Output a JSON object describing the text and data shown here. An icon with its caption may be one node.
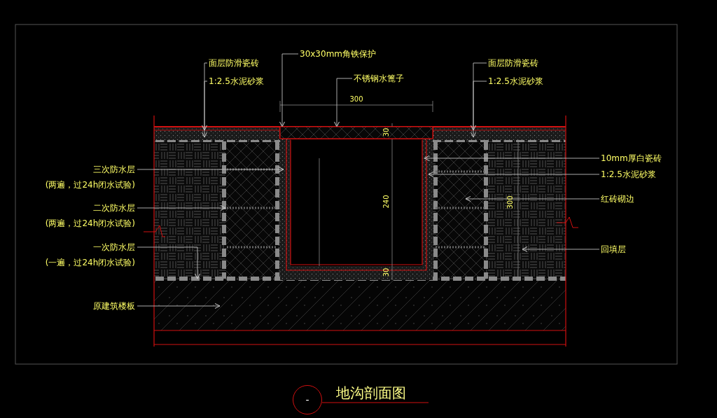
{
  "diagram": {
    "title": "地沟剖面图",
    "nodes": [
      {
        "text": [
          "面层防滑瓷砖"
        ]
      },
      {
        "text": [
          "1:2.5水泥砂浆"
        ]
      },
      {
        "text": [
          "30x30mm角铁保护"
        ]
      },
      {
        "text": [
          "不锈钢水篦子"
        ]
      },
      {
        "text": [
          "面层防滑瓷砖"
        ]
      },
      {
        "text": [
          "1:2.5水泥砂浆"
        ]
      },
      {
        "text": [
          "三次防水层",
          "(两遍，过24h闭水试验)"
        ]
      },
      {
        "text": [
          "二次防水层",
          "(两遍，过24h闭水试验)"
        ]
      },
      {
        "text": [
          "一次防水层",
          "(一遍，过24h闭水试验)"
        ]
      },
      {
        "text": [
          "原建筑楼板"
        ]
      },
      {
        "text": [
          "10mm厚白瓷砖"
        ]
      },
      {
        "text": [
          "1:2.5水泥砂浆"
        ]
      },
      {
        "text": [
          "红砖砌边"
        ]
      },
      {
        "text": [
          "回填层"
        ]
      },
      {
        "text": [
          "-"
        ]
      },
      {
        "text": [],
        "shape": "bar"
      }
    ],
    "edges": [
      {
        "from": 0,
        "to": null,
        "arrow": "to"
      },
      {
        "from": 1,
        "to": null,
        "arrow": "to"
      },
      {
        "from": 2,
        "to": 15,
        "arrow": "to"
      },
      {
        "from": 3,
        "to": 15,
        "arrow": "to"
      },
      {
        "from": 4,
        "to": null,
        "arrow": "to"
      },
      {
        "from": 5,
        "to": null,
        "arrow": "to"
      },
      {
        "from": 6,
        "to": null,
        "arrow": "to"
      },
      {
        "from": 7,
        "to": null,
        "arrow": "to"
      },
      {
        "from": 8,
        "to": null,
        "arrow": "to"
      },
      {
        "from": 9,
        "to": null,
        "arrow": "to"
      },
      {
        "from": 10,
        "to": null,
        "arrow": "to"
      },
      {
        "from": 11,
        "to": null,
        "arrow": "to"
      },
      {
        "from": 12,
        "to": null,
        "arrow": "to"
      },
      {
        "from": 13,
        "to": null,
        "arrow": "to"
      }
    ],
    "labels": [
      "300",
      "30",
      "240",
      "30",
      "300"
    ]
  }
}
